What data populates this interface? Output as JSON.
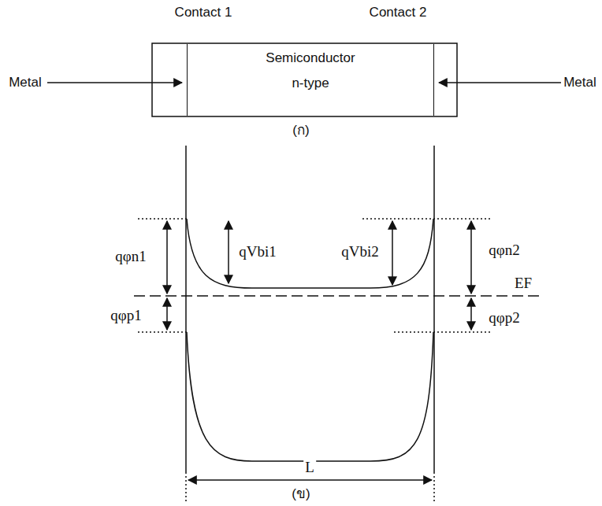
{
  "diagram": {
    "nodes": [
      {
        "text": [
          "Semiconductor",
          "n-type"
        ]
      }
    ],
    "labels": [
      "Contact 1",
      "Contact 2",
      "Metal",
      "Metal",
      "(ก)",
      "qφn1",
      "qVbi1",
      "qVbi2",
      "qφn2",
      "EF",
      "qφp1",
      "qφp2",
      "L",
      "(ข)"
    ]
  }
}
